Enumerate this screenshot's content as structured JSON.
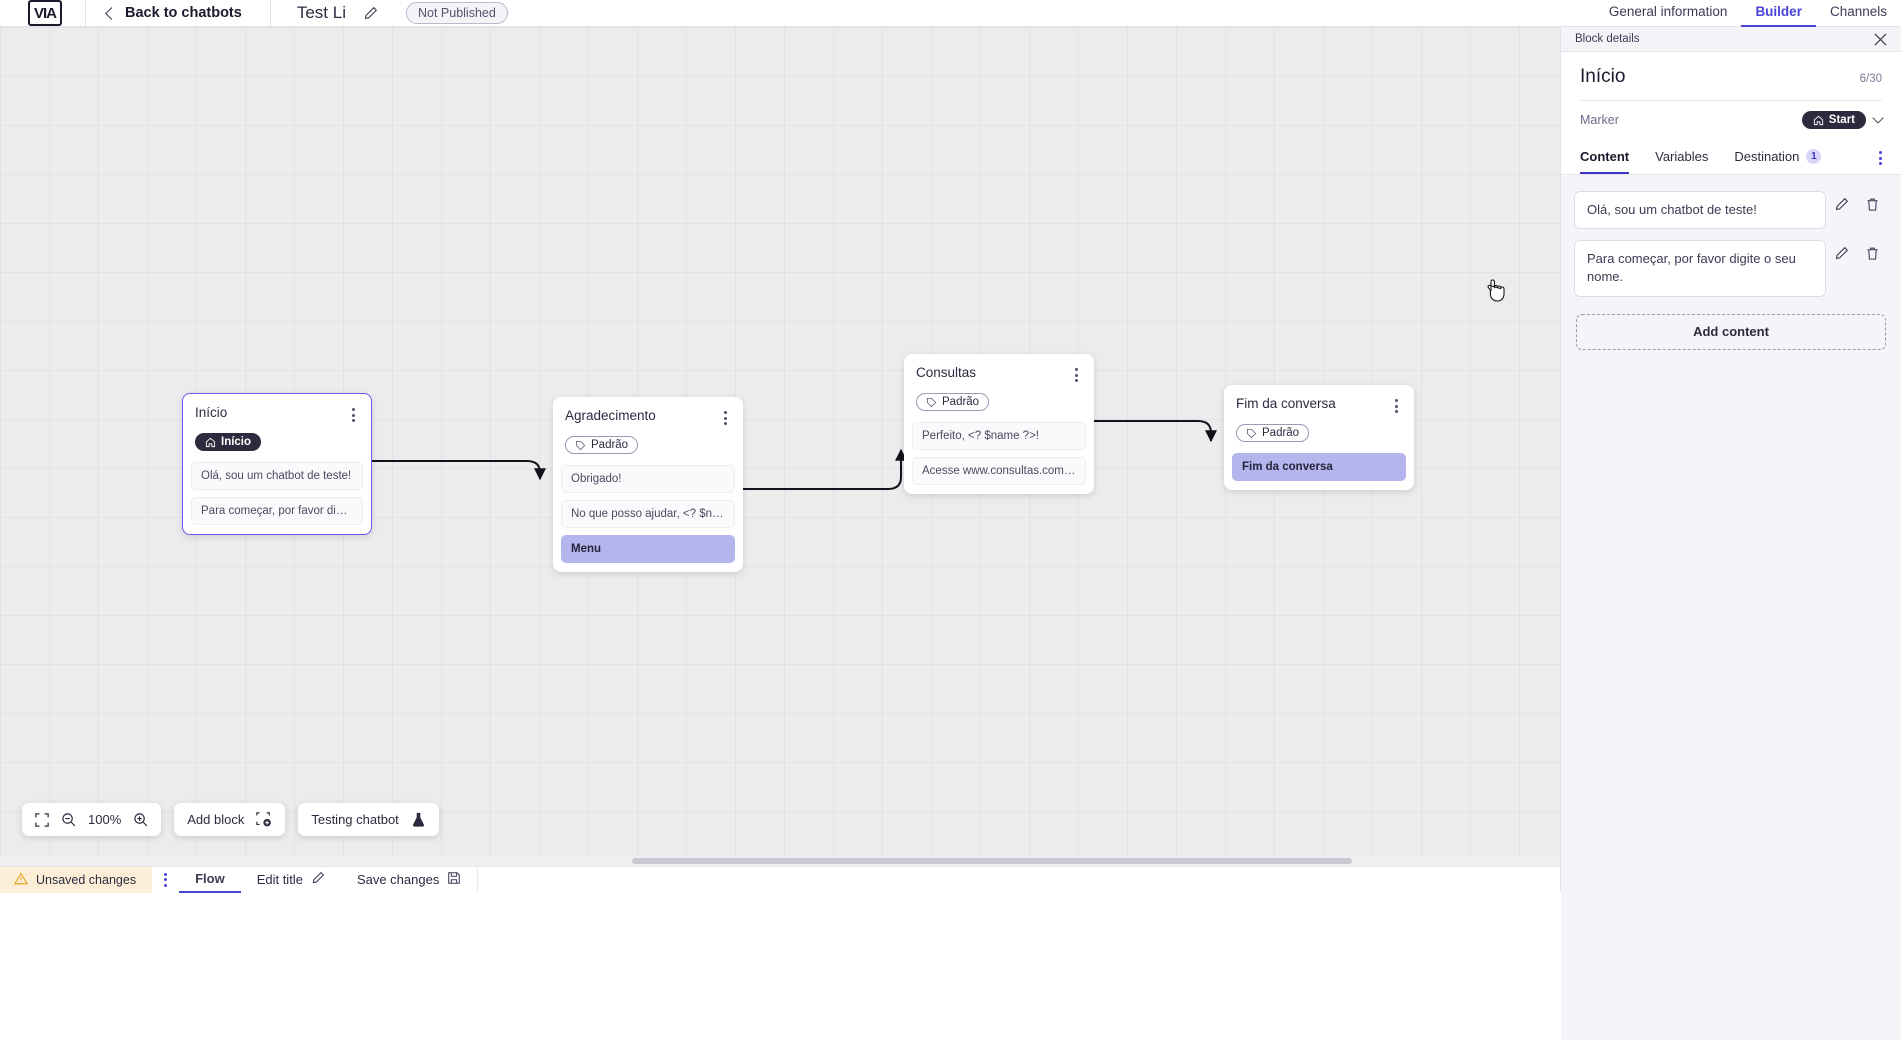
{
  "header": {
    "logo_name": "brand-logo",
    "back_label": "Back to chatbots",
    "bot_title": "Test Li",
    "edit_title_icon": "pencil-icon",
    "publish_status": "Not Published",
    "tabs": [
      {
        "label": "General information",
        "active": false
      },
      {
        "label": "Builder",
        "active": true
      },
      {
        "label": "Channels",
        "active": false
      }
    ]
  },
  "canvas": {
    "nodes": [
      {
        "title": "Início",
        "tag": "Início",
        "tag_style": "start",
        "messages": [
          {
            "text": "Olá, sou um chatbot de teste!",
            "highlight": false
          },
          {
            "text": "Para começar, por favor digite o ...",
            "highlight": false
          }
        ]
      },
      {
        "title": "Agradecimento",
        "tag": "Padrão",
        "tag_style": "default",
        "messages": [
          {
            "text": "Obrigado!",
            "highlight": false
          },
          {
            "text": "No que posso ajudar, <? $name ...",
            "highlight": false
          },
          {
            "text": "Menu",
            "highlight": true
          }
        ]
      },
      {
        "title": "Consultas",
        "tag": "Padrão",
        "tag_style": "default",
        "messages": [
          {
            "text": "Perfeito, <? $name ?>!",
            "highlight": false
          },
          {
            "text": "Acesse www.consultas.com par...",
            "highlight": false
          }
        ]
      },
      {
        "title": "Fim da conversa",
        "tag": "Padrão",
        "tag_style": "default",
        "messages": [
          {
            "text": "Fim da conversa",
            "highlight": true
          }
        ]
      }
    ],
    "tools": {
      "fit_icon": "fit-screen-icon",
      "zoom_out_icon": "zoom-out-icon",
      "zoom_level": "100%",
      "zoom_in_icon": "zoom-in-icon",
      "add_block_label": "Add block",
      "add_block_icon": "add-block-icon",
      "testing_label": "Testing chatbot",
      "testing_icon": "flask-icon"
    }
  },
  "panel": {
    "topbar_label": "Block details",
    "close_icon": "close-icon",
    "title": "Início",
    "count": "6/30",
    "marker_label": "Marker",
    "marker_value": "Start",
    "marker_icon": "home-icon",
    "tabs": [
      {
        "label": "Content",
        "active": true,
        "badge": null
      },
      {
        "label": "Variables",
        "active": false,
        "badge": null
      },
      {
        "label": "Destination",
        "active": false,
        "badge": "1"
      }
    ],
    "contents": [
      {
        "text": "Olá, sou um chatbot de teste!"
      },
      {
        "text": "Para começar, por favor digite o seu nome."
      }
    ],
    "edit_icon": "pencil-icon",
    "delete_icon": "trash-icon",
    "add_content_label": "Add content"
  },
  "bottombar": {
    "unsaved_label": "Unsaved changes",
    "warning_icon": "warning-triangle-icon",
    "kebab_icon": "more-vertical-icon",
    "flow_label": "Flow",
    "edit_title_label": "Edit title",
    "edit_title_icon": "pencil-icon",
    "save_label": "Save changes",
    "save_icon": "save-disk-icon"
  },
  "colors": {
    "accent": "#4a44d6",
    "node_highlight": "#b5b5ee",
    "warning_bg": "#fdefd7",
    "dark_pill": "#2b2b3d"
  }
}
